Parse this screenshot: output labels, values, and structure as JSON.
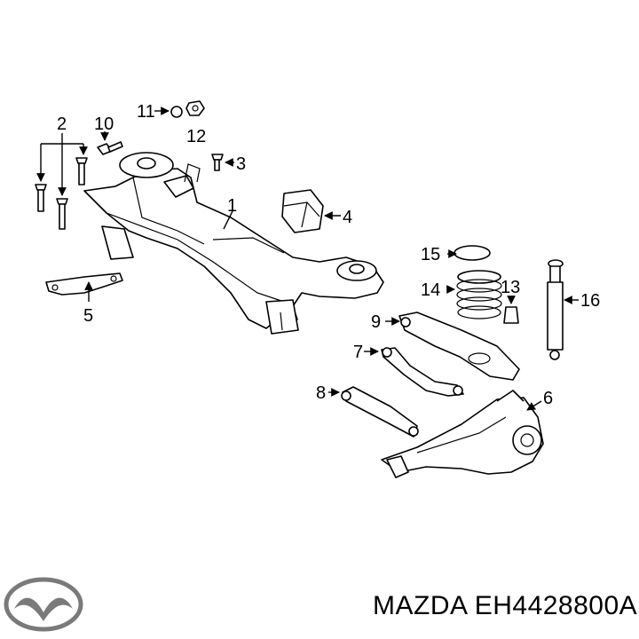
{
  "callouts": {
    "c1": "1",
    "c2": "2",
    "c3": "3",
    "c4": "4",
    "c5": "5",
    "c6": "6",
    "c7": "7",
    "c8": "8",
    "c9": "9",
    "c10": "10",
    "c11": "11",
    "c12": "12",
    "c13": "13",
    "c14": "14",
    "c15": "15",
    "c16": "16"
  },
  "footer": {
    "brand": "MAZDA",
    "part_number": "EH4428800A"
  },
  "logo_icon": "mazda-logo-icon"
}
